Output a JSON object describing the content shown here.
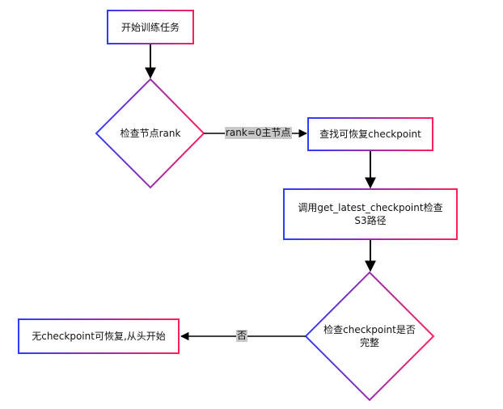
{
  "nodes": {
    "start": "开始训练任务",
    "check_rank": "检查节点rank",
    "find_checkpoint": "查找可恢复checkpoint",
    "call_get_latest": "调用get_latest_checkpoint检查S3路径",
    "check_complete": "检查checkpoint是否完整",
    "restart": "无checkpoint可恢复,从头开始"
  },
  "edges": {
    "rank0": "rank=0主节点",
    "no": "否"
  },
  "colors": {
    "gradient_start": "#2f3bff",
    "gradient_end": "#ff1f5a",
    "arrow": "#000000",
    "edge_label_bg": "#c8c8c8"
  }
}
